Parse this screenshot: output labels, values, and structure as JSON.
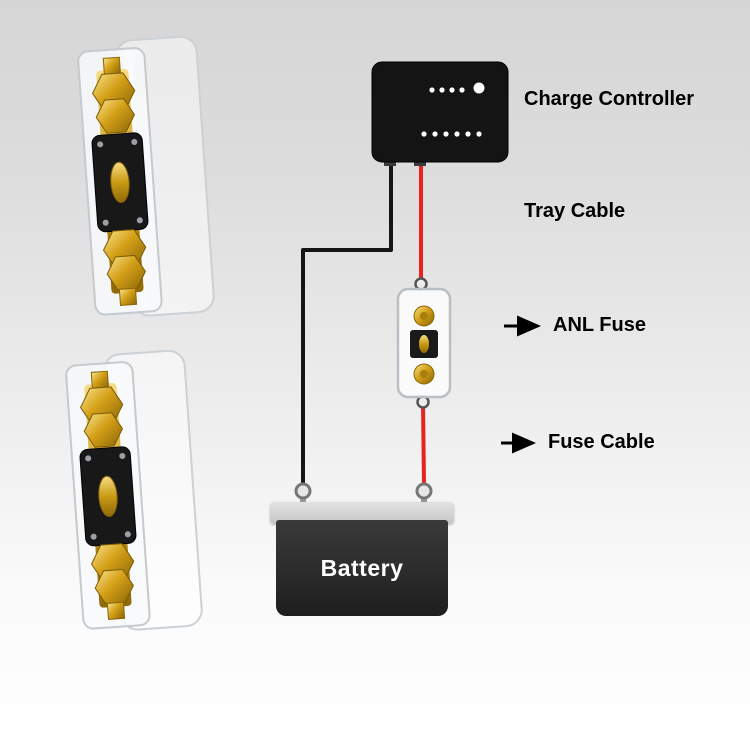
{
  "scene": {
    "labels": {
      "charge_controller": "Charge Controller",
      "tray_cable": "Tray Cable",
      "anl_fuse": "ANL Fuse",
      "fuse_cable": "Fuse Cable",
      "battery": "Battery"
    },
    "colors": {
      "label_text": "#000000",
      "wire_negative": "#151515",
      "wire_positive": "#e8231f",
      "device_black": "#141414",
      "battery_body": "#2a2a2a",
      "battery_lid": "#c6c6c6",
      "gold_accent": "#d4a017"
    }
  }
}
